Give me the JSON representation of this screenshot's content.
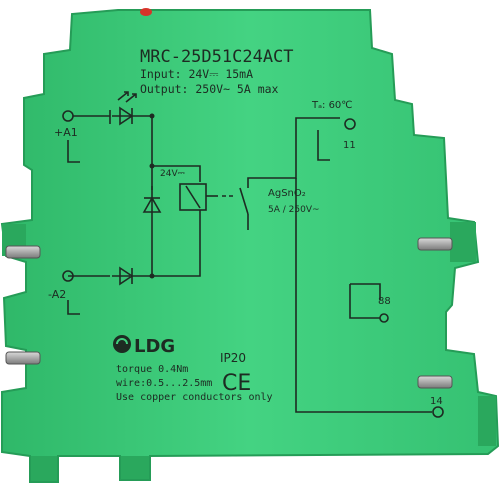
{
  "product": {
    "model": "MRC-25D51C24ACT",
    "input_line": "Input:  24V⎓   15mA",
    "output_line": "Output: 250V~  5A  max",
    "temperature": "Tₐ: 60℃",
    "coil_voltage": "24V⎓",
    "contact_material": "AgSnO₂",
    "contact_rating": "5A / 250V~",
    "brand": "LDG",
    "protection": "IP20",
    "ce_mark": "CE",
    "torque": "torque 0.4Nm",
    "wire": "wire:0.5...2.5mm",
    "copper_note": "Use copper conductors only"
  },
  "terminals": {
    "a1": "+A1",
    "a2": "-A2",
    "t11": "11",
    "t88": "88",
    "t14": "14"
  },
  "colors": {
    "housing": "#3fcf7d",
    "housing_dark": "#2fa862",
    "print": "#1d2b22",
    "screw": "#a9a9a9",
    "led": "#d8342a"
  }
}
